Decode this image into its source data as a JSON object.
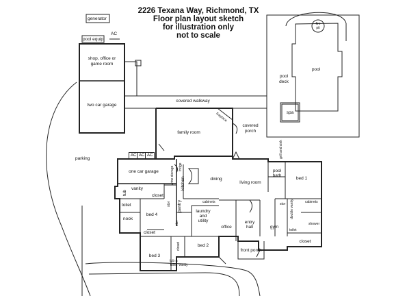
{
  "title": {
    "line1": "2226 Texana Way, Richmond, TX",
    "line2": "Floor plan layout sketch",
    "line3": "for illustration only",
    "line4": "not to scale"
  },
  "labels": {
    "generator": "generator",
    "pool_equip": "pool equip",
    "ac_top": "AC",
    "ac1": "AC",
    "ac2": "AC",
    "ac3": "AC",
    "shop": "shop, office or",
    "shop2": "game room",
    "two_car_garage": "two car garage",
    "covered_walkway": "covered walkway",
    "family_room": "family room",
    "fireplace": "fireplace",
    "covered_porch_1": "covered",
    "covered_porch_2": "porch",
    "parking": "parking",
    "one_car_garage": "one car garage",
    "kitchen": "kitchen",
    "dining": "dining",
    "living_room": "living room",
    "pool_bath_1": "pool",
    "pool_bath_2": "bath",
    "bed1": "bed 1",
    "grill_and_sink": "grill and sink",
    "pool_deck_1": "pool",
    "pool_deck_2": "deck",
    "pool": "pool",
    "spa": "spa",
    "fire_pit_1": "fire",
    "fire_pit_2": "pit",
    "vanity_top": "vanity",
    "tub_top": "tub",
    "toilet_top": "toilet",
    "closet_top": "closet",
    "nook": "nook",
    "bed4": "bed 4",
    "stor1": "stor",
    "stor2": "stor",
    "pantry": "pantry",
    "laundry_1": "laundry",
    "laundry_2": "and",
    "laundry_3": "utility",
    "office": "office",
    "entry_1": "entry",
    "entry_2": "hall",
    "gym": "gym",
    "stor_right": "stor",
    "double_vanity": "double vanity",
    "cabinets1": "cabinets",
    "cabinets2": "cabinets",
    "shower": "shower",
    "toilet_right": "toilet",
    "closet_right": "closet",
    "closet_bed3": "closet",
    "closet_small": "closet",
    "bed3": "bed 3",
    "bed2": "bed 2",
    "tub_toilet_1": "tub &",
    "tub_toilet_2": "toilet",
    "vanity_bottom": "vanity",
    "front_porch": "front porch",
    "wine_storage": "wine storage",
    "fridge": "fridge"
  }
}
